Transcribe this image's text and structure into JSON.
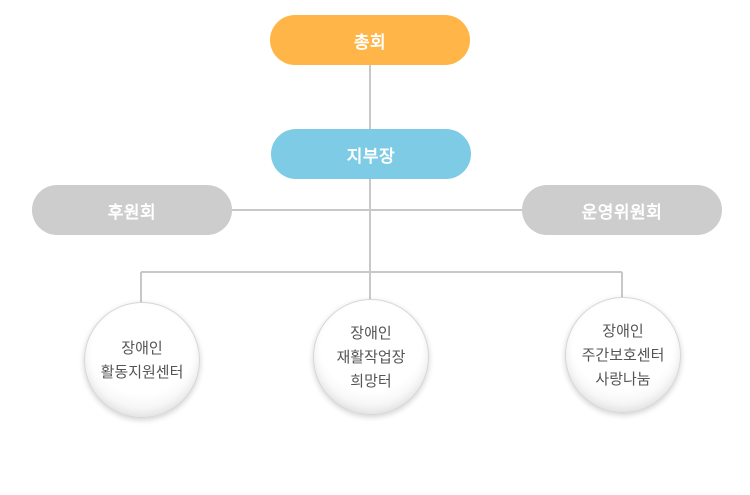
{
  "org": {
    "top": "총회",
    "branch": "지부장",
    "left_committee": "후원회",
    "right_committee": "운영위원회",
    "units": [
      {
        "lines": [
          "장애인",
          "활동지원센터"
        ]
      },
      {
        "lines": [
          "장애인",
          "재활작업장",
          "희망터"
        ]
      },
      {
        "lines": [
          "장애인",
          "주간보호센터",
          "사랑나눔"
        ]
      }
    ]
  },
  "colors": {
    "top": "#ffb547",
    "branch": "#7ecbe6",
    "committee": "#cdcdcd",
    "connector": "#c8c8c8"
  }
}
